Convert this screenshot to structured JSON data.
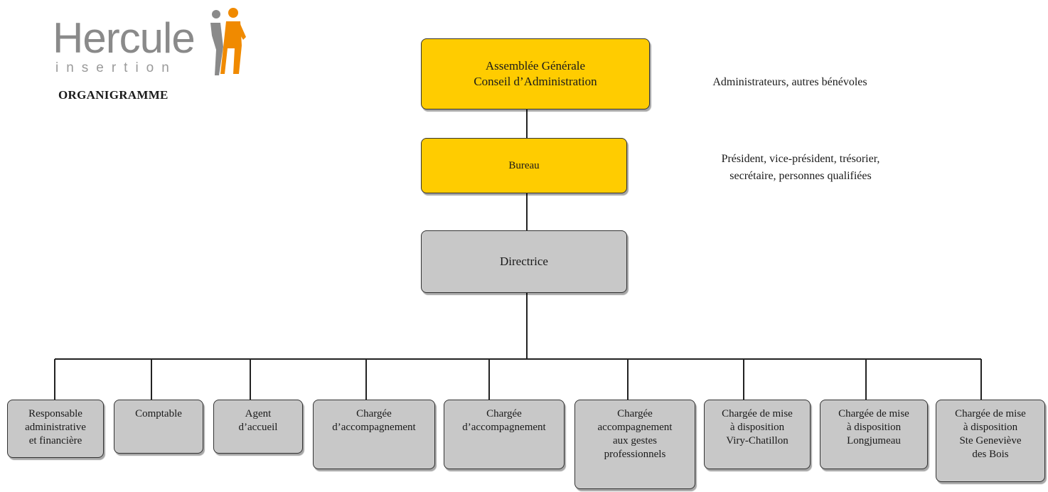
{
  "logo": {
    "word": "Hercule",
    "sub": "insertion",
    "icon": "two-people-figure-icon",
    "colors": {
      "gray": "#8a8a8a",
      "orange": "#f08a00"
    }
  },
  "title": "ORGANIGRAMME",
  "top": {
    "assembly": "Assemblée Générale\nConseil d’Administration",
    "assembly_note": "Administrateurs, autres bénévoles",
    "bureau": "Bureau",
    "bureau_note": "Président, vice-président, trésorier,\nsecrétaire, personnes qualifiées",
    "director": "Directrice"
  },
  "staff": [
    "Responsable\nadministrative\net financière",
    "Comptable",
    "Agent\nd’accueil",
    "Chargée\nd’accompagnement",
    "Chargée\nd’accompagnement",
    "Chargée\naccompagnement\naux gestes\nprofessionnels",
    "Chargée de mise\nà disposition\nViry-Chatillon",
    "Chargée de mise\nà disposition\nLongjumeau",
    "Chargée de mise\nà disposition\nSte Geneviève\ndes Bois"
  ],
  "colors": {
    "board": "#ffcc00",
    "staff": "#c8c8c8",
    "line": "#222222"
  }
}
